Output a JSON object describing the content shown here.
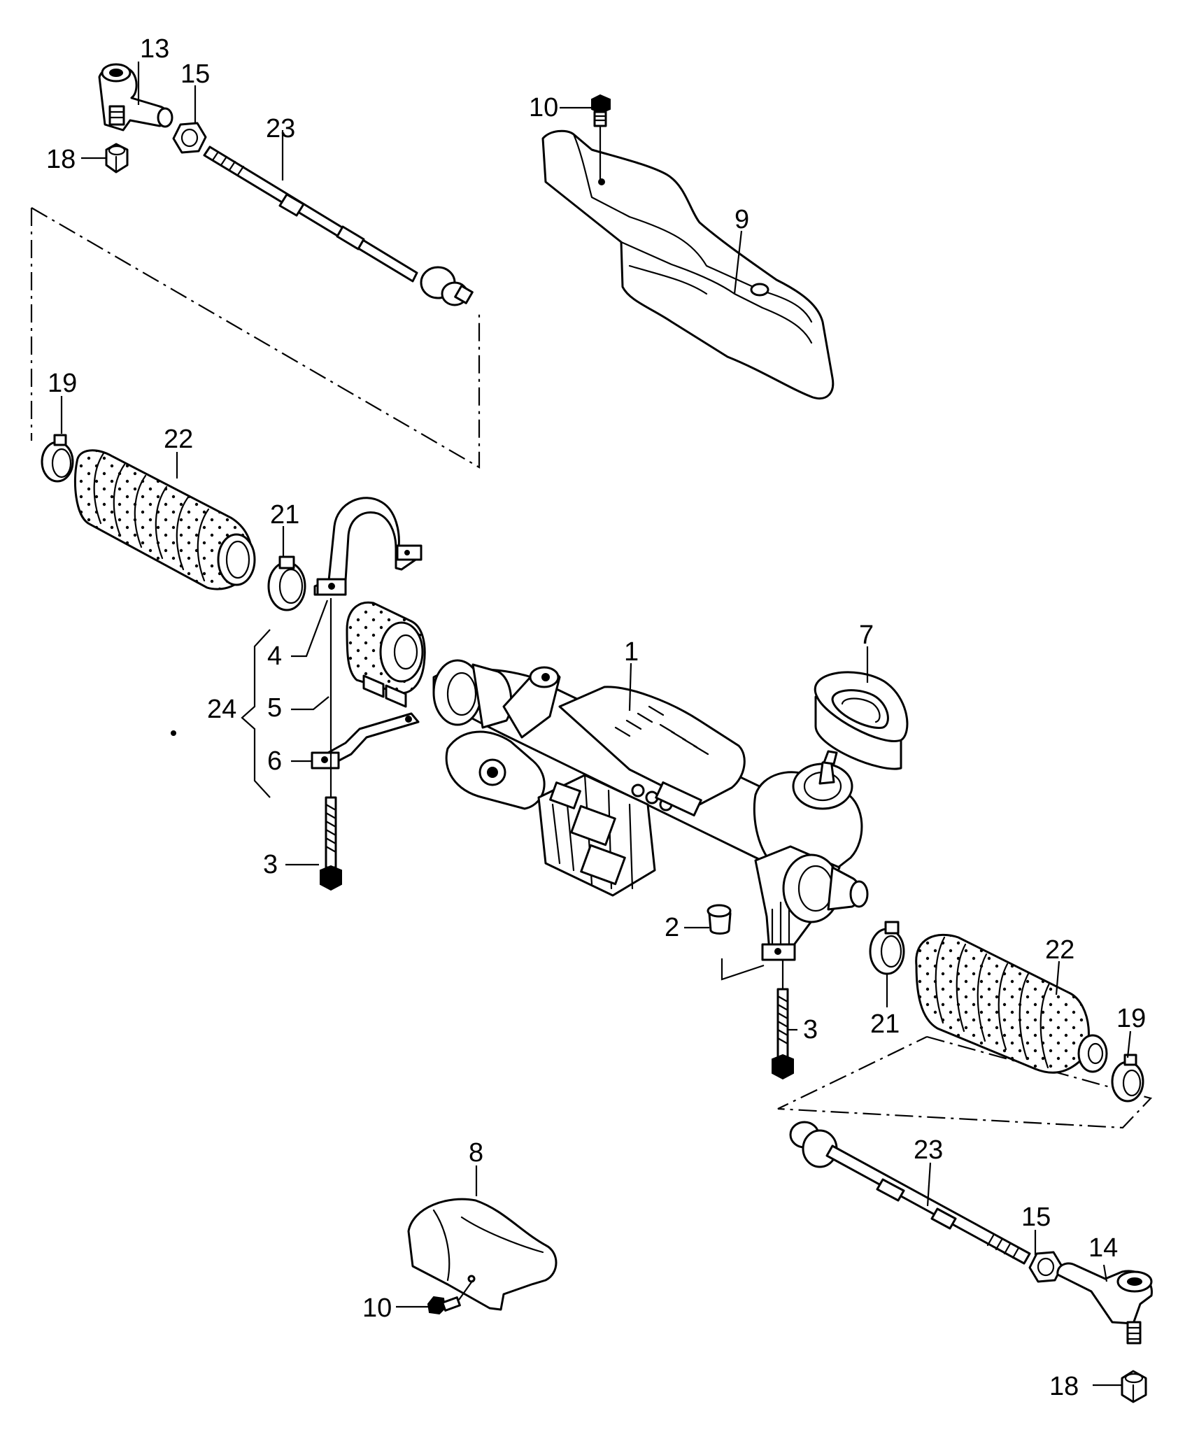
{
  "diagram": {
    "type": "exploded-parts-diagram",
    "callouts": [
      {
        "id": "c1",
        "label": "1"
      },
      {
        "id": "c2",
        "label": "2"
      },
      {
        "id": "c3a",
        "label": "3"
      },
      {
        "id": "c3b",
        "label": "3"
      },
      {
        "id": "c4",
        "label": "4"
      },
      {
        "id": "c5",
        "label": "5"
      },
      {
        "id": "c6",
        "label": "6"
      },
      {
        "id": "c7",
        "label": "7"
      },
      {
        "id": "c8",
        "label": "8"
      },
      {
        "id": "c9",
        "label": "9"
      },
      {
        "id": "c10a",
        "label": "10"
      },
      {
        "id": "c10b",
        "label": "10"
      },
      {
        "id": "c13",
        "label": "13"
      },
      {
        "id": "c14",
        "label": "14"
      },
      {
        "id": "c15a",
        "label": "15"
      },
      {
        "id": "c15b",
        "label": "15"
      },
      {
        "id": "c18a",
        "label": "18"
      },
      {
        "id": "c18b",
        "label": "18"
      },
      {
        "id": "c19a",
        "label": "19"
      },
      {
        "id": "c19b",
        "label": "19"
      },
      {
        "id": "c21a",
        "label": "21"
      },
      {
        "id": "c21b",
        "label": "21"
      },
      {
        "id": "c22a",
        "label": "22"
      },
      {
        "id": "c22b",
        "label": "22"
      },
      {
        "id": "c23a",
        "label": "23"
      },
      {
        "id": "c23b",
        "label": "23"
      },
      {
        "id": "c24",
        "label": "24"
      }
    ]
  }
}
